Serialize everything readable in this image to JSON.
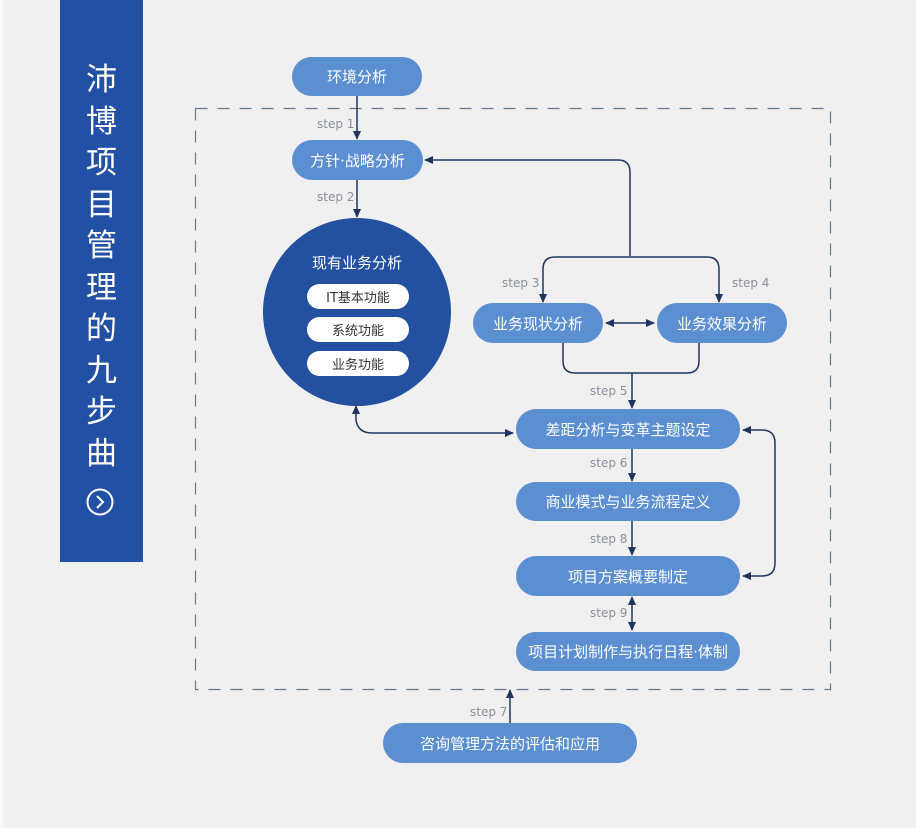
{
  "sidebar": {
    "title_chars": [
      "沛",
      "博",
      "项",
      "目",
      "管",
      "理",
      "的",
      "九",
      "步",
      "曲"
    ],
    "title": "沛博项目管理的九步曲",
    "next_icon": "circle-chevron-right-icon",
    "color": "#2250a4"
  },
  "nodes": {
    "environment": "环境分析",
    "strategy": "方针·战略分析",
    "current_analysis": {
      "title": "现有业务分析",
      "items": [
        "IT基本功能",
        "系统功能",
        "业务功能"
      ]
    },
    "status_quo": "业务现状分析",
    "effect": "业务效果分析",
    "gap": "差距分析与变革主题设定",
    "business_model": "商业模式与业务流程定义",
    "plan_outline": "项目方案概要制定",
    "schedule": "项目计划制作与执行日程·体制",
    "evaluation": "咨询管理方法的评估和应用"
  },
  "steps": {
    "s1": "step 1",
    "s2": "step 2",
    "s3": "step 3",
    "s4": "step 4",
    "s5": "step 5",
    "s6": "step 6",
    "s7": "step 7",
    "s8": "step 8",
    "s9": "step 9"
  },
  "colors": {
    "node": "#5b8fd2",
    "circle": "#23509f",
    "wire": "#1f3560",
    "dash": "#6a7590",
    "background": "#f0f0f0"
  }
}
